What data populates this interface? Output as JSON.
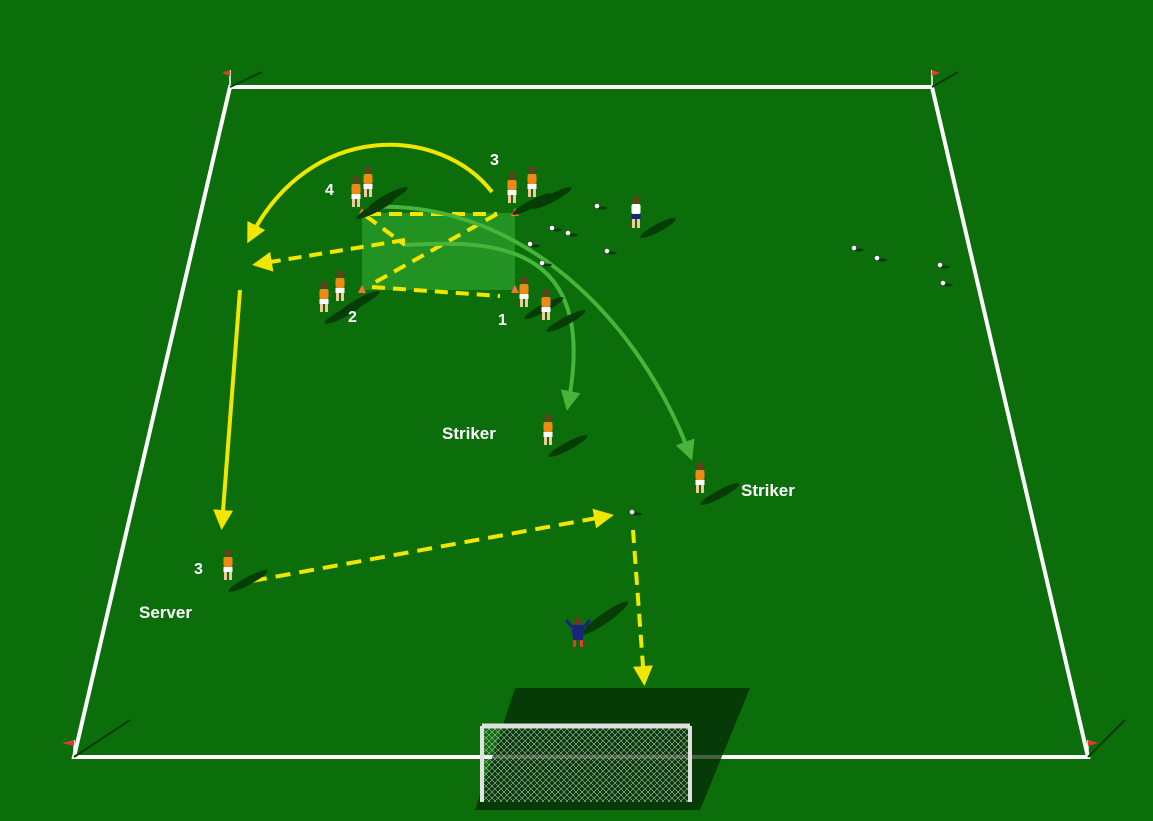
{
  "colors": {
    "grass": "#0b6e0b",
    "lines": "#ffffff",
    "yellow_arrow": "#f2e600",
    "green_arrow": "#46b53a",
    "shirt": "#f08a14",
    "shorts": "#ffffff",
    "keeper": "#1a237e",
    "square": "#3fbf3f"
  },
  "labels": {
    "player_4": "4",
    "player_3_top": "3",
    "player_2": "2",
    "player_1": "1",
    "striker_center": "Striker",
    "striker_right": "Striker",
    "server_number": "3",
    "server": "Server"
  }
}
